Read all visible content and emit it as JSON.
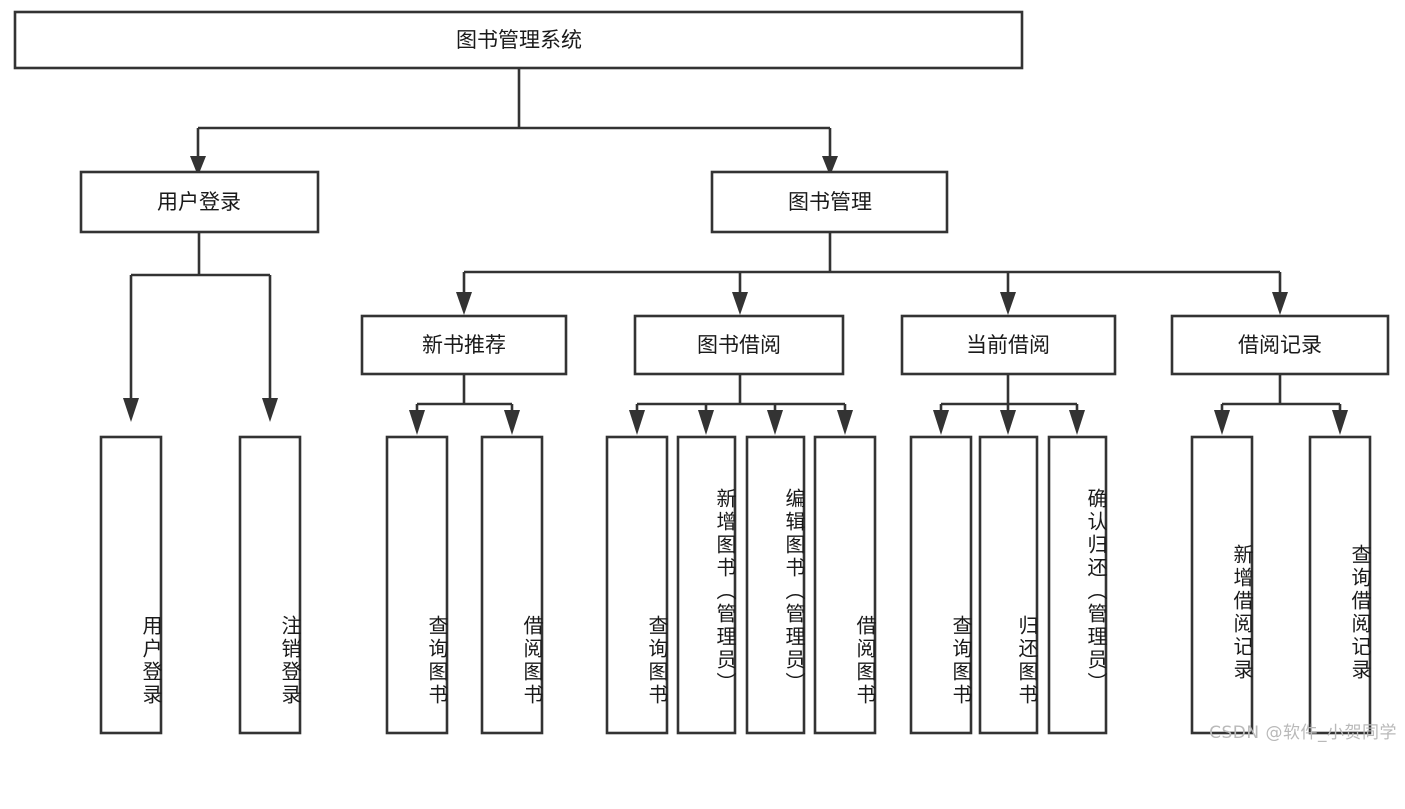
{
  "diagram": {
    "type": "tree-hierarchy",
    "title": "图书管理系统",
    "orientation": "top-down",
    "watermark": "CSDN @软件_小贺同学",
    "colors": {
      "box_border": "#333333",
      "box_fill": "#ffffff",
      "text": "#1a1a1a",
      "connector": "#333333",
      "background": "#ffffff",
      "watermark": "#b9b9b9"
    },
    "root": {
      "label": "图书管理系统",
      "level": 0
    },
    "level1": [
      {
        "label": "用户登录",
        "level": 1
      },
      {
        "label": "图书管理",
        "level": 1
      }
    ],
    "level2": [
      {
        "label": "新书推荐",
        "level": 2,
        "parent": "图书管理"
      },
      {
        "label": "图书借阅",
        "level": 2,
        "parent": "图书管理"
      },
      {
        "label": "当前借阅",
        "level": 2,
        "parent": "图书管理"
      },
      {
        "label": "借阅记录",
        "level": 2,
        "parent": "图书管理"
      }
    ],
    "leaves": {
      "user_login": [
        {
          "label": "用户登录"
        },
        {
          "label": "注销登录"
        }
      ],
      "new_book_recommend": [
        {
          "label": "查询图书"
        },
        {
          "label": "借阅图书"
        }
      ],
      "book_borrow": [
        {
          "label": "查询图书"
        },
        {
          "label": "新增图书（管理员）"
        },
        {
          "label": "编辑图书（管理员）"
        },
        {
          "label": "借阅图书"
        }
      ],
      "current_borrow": [
        {
          "label": "查询图书"
        },
        {
          "label": "归还图书"
        },
        {
          "label": "确认归还（管理员）"
        }
      ],
      "borrow_record": [
        {
          "label": "新增借阅记录"
        },
        {
          "label": "查询借阅记录"
        }
      ]
    }
  }
}
